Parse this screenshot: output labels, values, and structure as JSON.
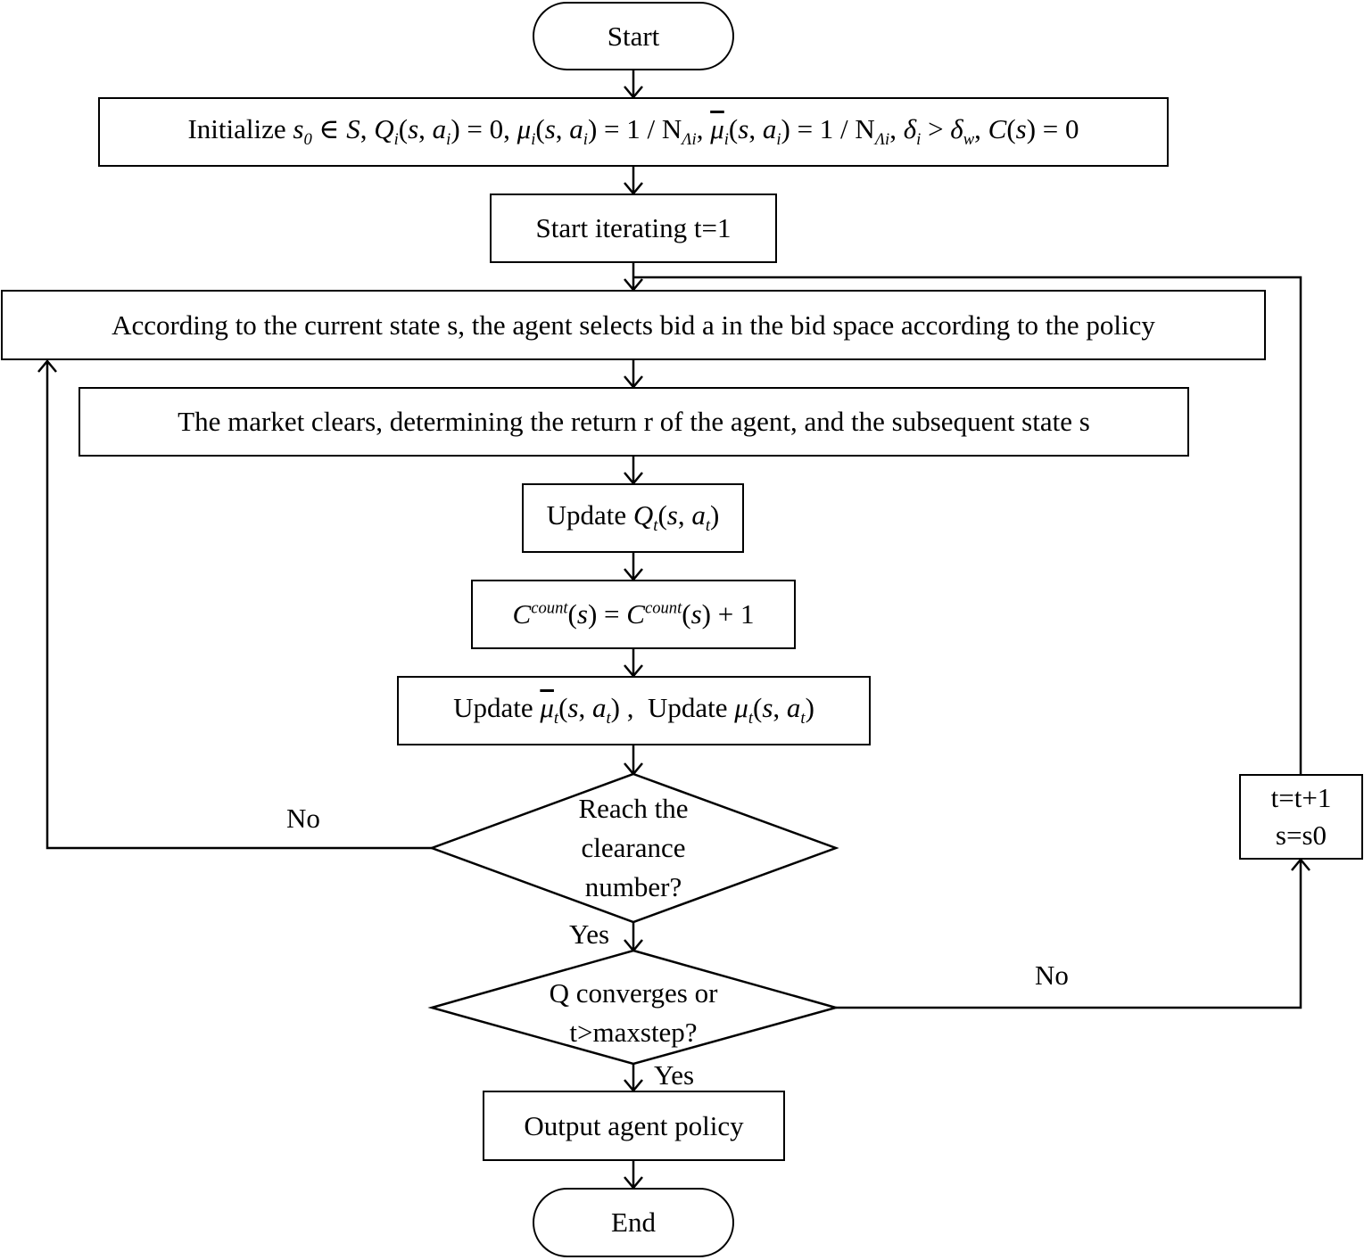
{
  "nodes": {
    "start": "Start",
    "init_prefix": "Initialize",
    "iterate": "Start iterating t=1",
    "select": "According to the current state s, the agent selects bid a in the bid space according to the policy",
    "market": "The market clears, determining the return r of the agent, and the subsequent state s",
    "update_q_prefix": "Update",
    "update_mu_a": "Update",
    "update_mu_b": "Update",
    "reach": "Reach the\nclearance\nnumber?",
    "converge": "Q converges or\nt>maxstep?",
    "output": "Output agent policy",
    "end": "End",
    "increment": "t=t+1\ns=s0"
  },
  "labels": {
    "no_left": "No",
    "yes_1": "Yes",
    "yes_2": "Yes",
    "no_right": "No"
  },
  "formulas": {
    "count_sup": "count"
  }
}
